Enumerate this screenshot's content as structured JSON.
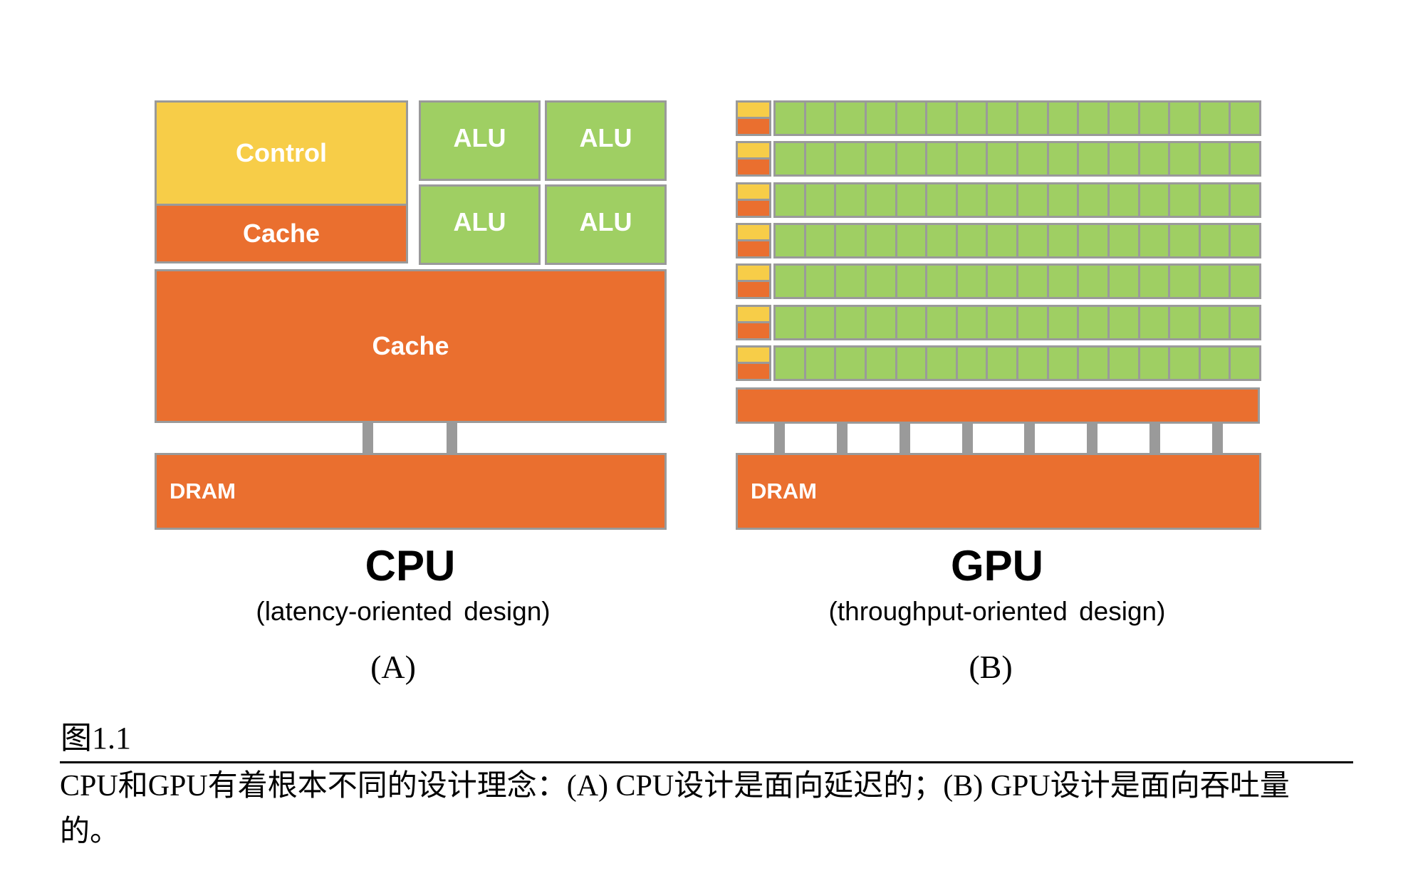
{
  "figure": {
    "cpu": {
      "control_label": "Control",
      "small_cache_label": "Cache",
      "alu_labels": [
        "ALU",
        "ALU",
        "ALU",
        "ALU"
      ],
      "cache_label": "Cache",
      "dram_label": "DRAM",
      "memory_links": 2,
      "title": "CPU",
      "subtitle": "(latency-oriented design)",
      "panel": "(A)"
    },
    "gpu": {
      "rows": 7,
      "alus_per_row": 16,
      "dram_label": "DRAM",
      "memory_links": 8,
      "title": "GPU",
      "subtitle": "(throughput-oriented design)",
      "panel": "(B)"
    },
    "colors": {
      "control": "#f7cd48",
      "cache": "#ea6f2f",
      "alu": "#9fcf63",
      "border": "#9a9a9a"
    }
  },
  "caption": {
    "figure_number": "图1.1",
    "text": "CPU和GPU有着根本不同的设计理念：(A) CPU设计是面向延迟的；(B) GPU设计是面向吞吐量的。"
  }
}
